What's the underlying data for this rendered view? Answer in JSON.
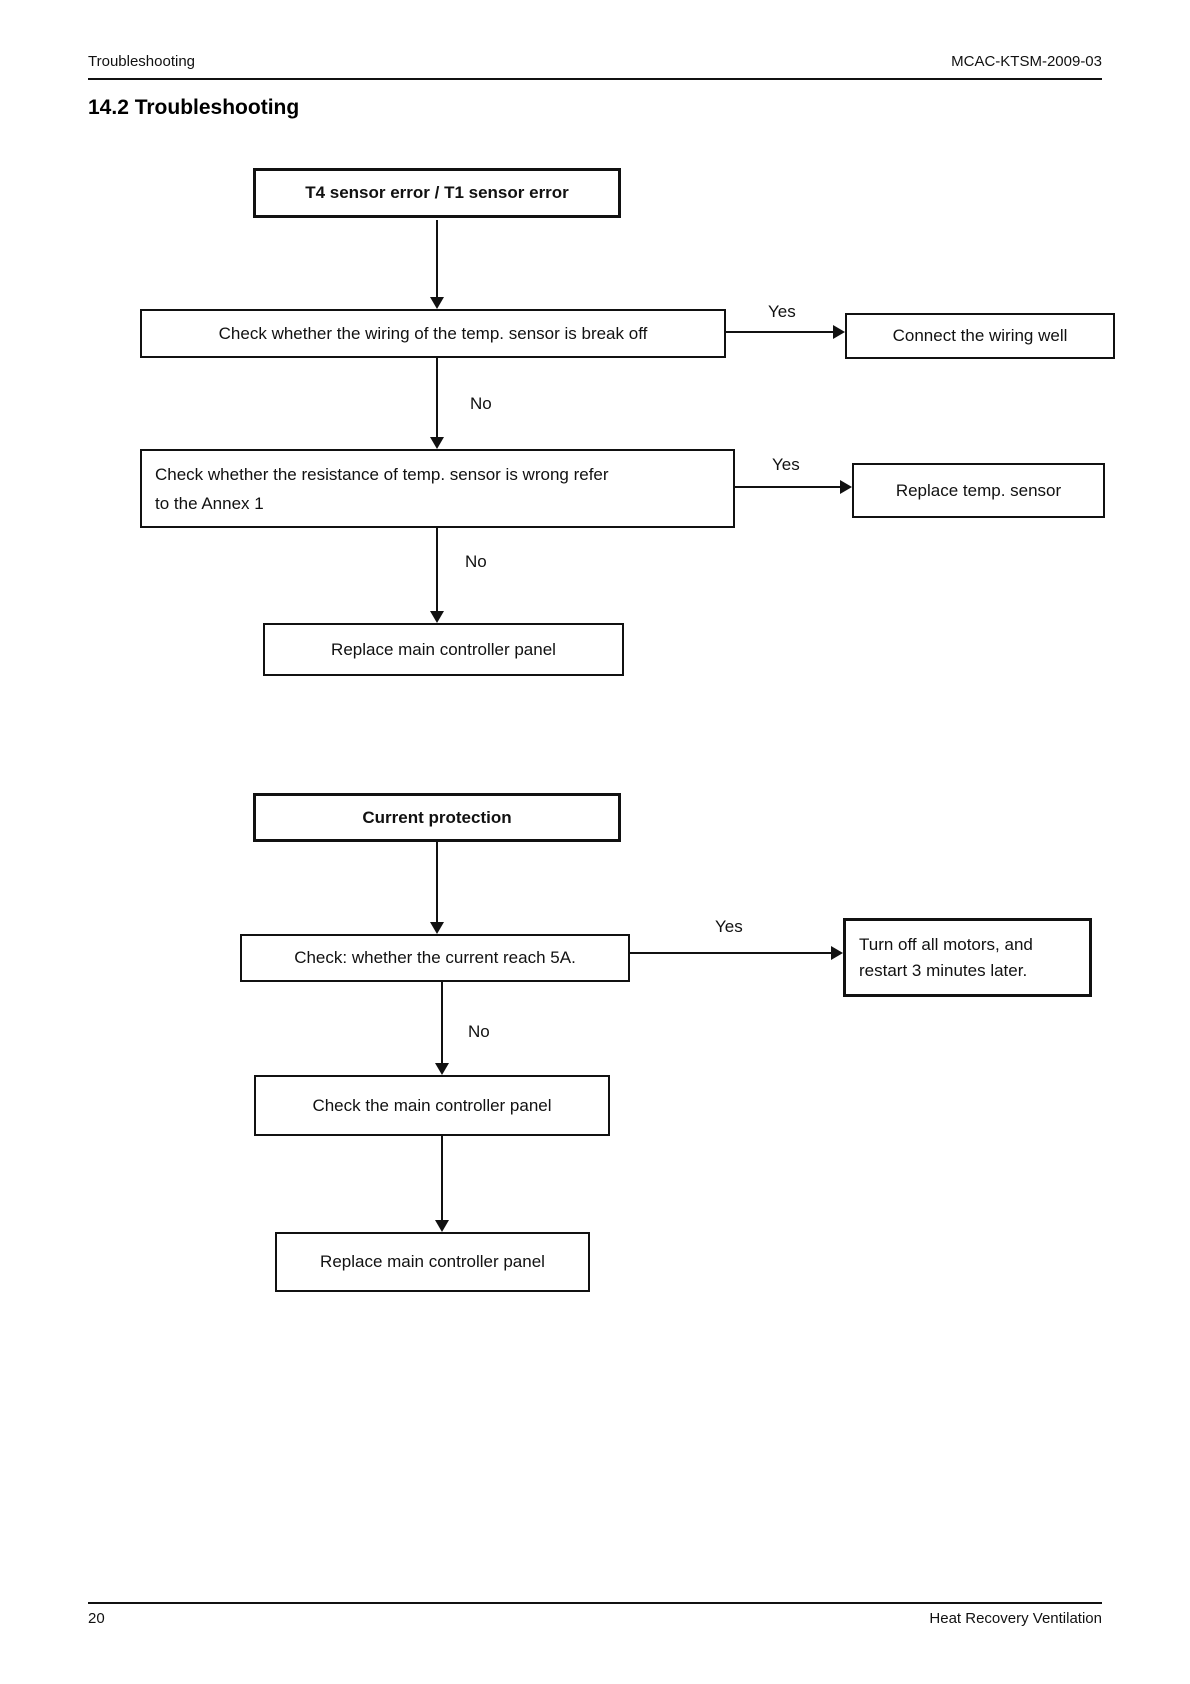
{
  "header": {
    "left": "Troubleshooting",
    "right": "MCAC-KTSM-2009-03"
  },
  "section_title": "14.2 Troubleshooting",
  "footer": {
    "page_number": "20",
    "right": "Heat Recovery Ventilation"
  },
  "flowchart_sensor_error": {
    "title_box": "T4 sensor error / T1 sensor error",
    "check_wiring": "Check whether the wiring of the temp. sensor is break off",
    "yes_label_1": "Yes",
    "connect_wiring": "Connect the wiring well",
    "no_label_1": "No",
    "check_resistance_line1": "Check whether the resistance of temp. sensor is wrong refer",
    "check_resistance_line2": "to the Annex 1",
    "yes_label_2": "Yes",
    "replace_sensor": "Replace temp. sensor",
    "no_label_2": "No",
    "replace_main_panel": "Replace main controller panel"
  },
  "flowchart_current_protection": {
    "title_box": "Current protection",
    "check_current": "Check: whether the current reach 5A.",
    "yes_label": "Yes",
    "turn_off_line1": "Turn off all motors, and",
    "turn_off_line2": "restart 3 minutes later.",
    "no_label": "No",
    "check_main_panel": "Check the main controller panel",
    "replace_main_panel": "Replace main controller panel"
  },
  "colors": {
    "text": "#111111",
    "border": "#111111",
    "background": "#ffffff"
  }
}
